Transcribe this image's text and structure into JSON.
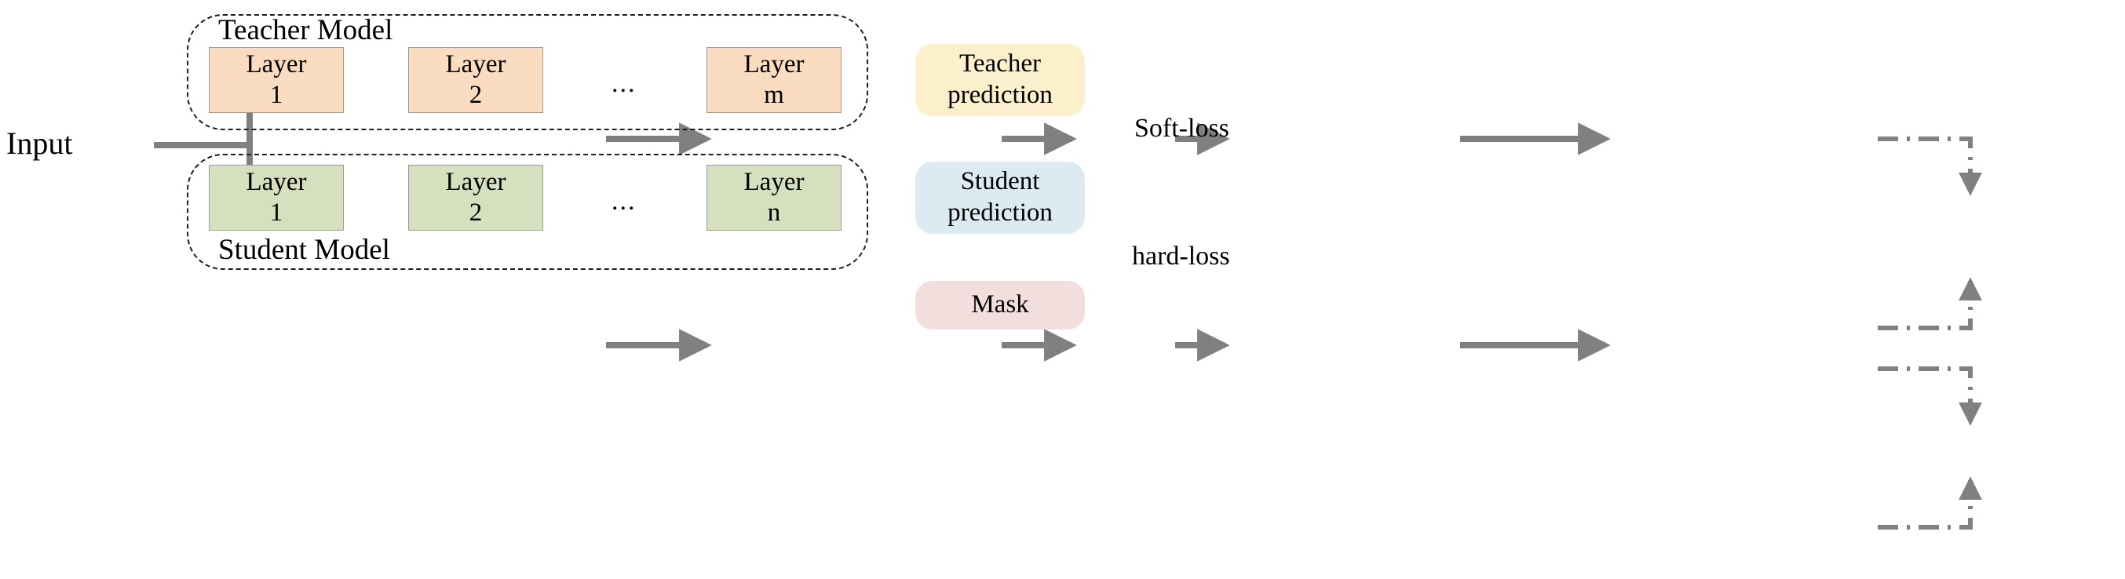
{
  "diagram": {
    "title": "Knowledge distillation teacher-student architecture",
    "input": {
      "label": "Input"
    },
    "teacher": {
      "caption": "Teacher Model",
      "fill": "#FADCC0",
      "layers": [
        {
          "word": "Layer",
          "index": "1"
        },
        {
          "word": "Layer",
          "index": "2"
        },
        {
          "word": "Layer",
          "index": "m"
        }
      ],
      "ellipsis": "...",
      "prediction": {
        "line1": "Teacher",
        "line2": "prediction",
        "fill": "#FCEFCB"
      }
    },
    "student": {
      "caption": "Student Model",
      "fill": "#D7E0BE",
      "layers": [
        {
          "word": "Layer",
          "index": "1"
        },
        {
          "word": "Layer",
          "index": "2"
        },
        {
          "word": "Layer",
          "index": "n"
        }
      ],
      "ellipsis": "...",
      "prediction": {
        "line1": "Student",
        "line2": "prediction",
        "fill": "#DCEBF2"
      }
    },
    "mask": {
      "label": "Mask",
      "fill": "#F2DEDC"
    },
    "losses": [
      {
        "name": "soft-loss",
        "label": "Soft-loss",
        "from": [
          "Teacher prediction",
          "Student prediction"
        ]
      },
      {
        "name": "hard-loss",
        "label": "hard-loss",
        "from": [
          "Student prediction",
          "Mask"
        ]
      }
    ],
    "colors": {
      "flow_arrow": "#808080",
      "loss_arrow": "#808080",
      "container_border": "#1c1c1c",
      "layer_border": "#9a9a9a",
      "text": "#000000",
      "background": "#ffffff"
    }
  }
}
